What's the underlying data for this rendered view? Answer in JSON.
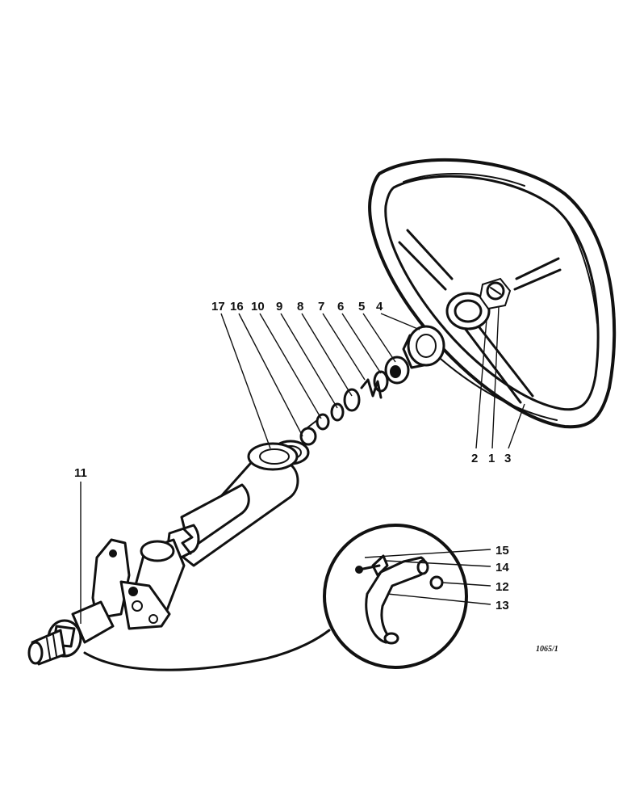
{
  "diagram": {
    "reference_code": "1065/1",
    "callouts": {
      "c17": "17",
      "c16": "16",
      "c10": "10",
      "c9": "9",
      "c8": "8",
      "c7": "7",
      "c6": "6",
      "c5": "5",
      "c4": "4",
      "c2": "2",
      "c1": "1",
      "c3": "3",
      "c11": "11",
      "c15": "15",
      "c14": "14",
      "c12": "12",
      "c13": "13"
    }
  }
}
